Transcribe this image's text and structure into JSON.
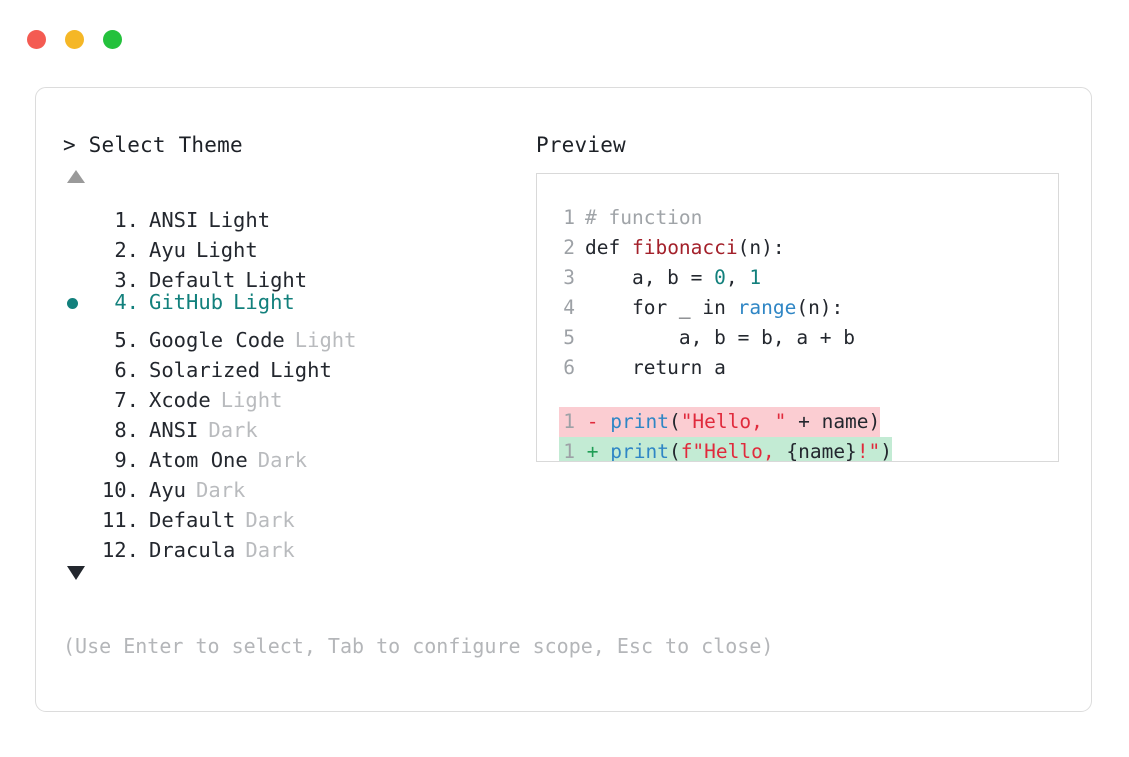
{
  "window": {
    "dots": [
      {
        "name": "close",
        "color": "#f45b52"
      },
      {
        "name": "minimize",
        "color": "#f5b726"
      },
      {
        "name": "maximize",
        "color": "#24c13c"
      }
    ]
  },
  "prompt": {
    "title": "> Select Theme",
    "scroll_up_icon": "triangle-up-icon",
    "scroll_down_icon": "triangle-down-icon",
    "selected_index": 4,
    "accent_color": "#12807c",
    "muted_color": "#b9bbbe"
  },
  "themes": [
    {
      "index": "1.",
      "name": "ANSI",
      "variant": "Light",
      "variant_muted": false,
      "selected": false
    },
    {
      "index": "2.",
      "name": "Ayu",
      "variant": "Light",
      "variant_muted": false,
      "selected": false
    },
    {
      "index": "3.",
      "name": "Default",
      "variant": "Light",
      "variant_muted": false,
      "selected": false
    },
    {
      "index": "4.",
      "name": "GitHub",
      "variant": "Light",
      "variant_muted": false,
      "selected": true
    },
    {
      "index": "5.",
      "name": "Google Code",
      "variant": "Light",
      "variant_muted": true,
      "selected": false
    },
    {
      "index": "6.",
      "name": "Solarized",
      "variant": "Light",
      "variant_muted": false,
      "selected": false
    },
    {
      "index": "7.",
      "name": "Xcode",
      "variant": "Light",
      "variant_muted": true,
      "selected": false
    },
    {
      "index": "8.",
      "name": "ANSI",
      "variant": "Dark",
      "variant_muted": true,
      "selected": false
    },
    {
      "index": "9.",
      "name": "Atom One",
      "variant": "Dark",
      "variant_muted": true,
      "selected": false
    },
    {
      "index": "10.",
      "name": "Ayu",
      "variant": "Dark",
      "variant_muted": true,
      "selected": false
    },
    {
      "index": "11.",
      "name": "Default",
      "variant": "Dark",
      "variant_muted": true,
      "selected": false
    },
    {
      "index": "12.",
      "name": "Dracula",
      "variant": "Dark",
      "variant_muted": true,
      "selected": false
    }
  ],
  "hint": "(Use Enter to select, Tab to configure scope, Esc to close)",
  "preview": {
    "title": "Preview",
    "code_lines": [
      {
        "lineno": "1",
        "segments": [
          {
            "text": "# function",
            "token": "comment"
          }
        ]
      },
      {
        "lineno": "2",
        "segments": [
          {
            "text": "def ",
            "token": "plain"
          },
          {
            "text": "fibonacci",
            "token": "fn"
          },
          {
            "text": "(n):",
            "token": "plain"
          }
        ]
      },
      {
        "lineno": "3",
        "segments": [
          {
            "text": "    a, b = ",
            "token": "plain"
          },
          {
            "text": "0",
            "token": "num"
          },
          {
            "text": ", ",
            "token": "plain"
          },
          {
            "text": "1",
            "token": "num"
          }
        ]
      },
      {
        "lineno": "4",
        "segments": [
          {
            "text": "    for _ in ",
            "token": "plain"
          },
          {
            "text": "range",
            "token": "builtin"
          },
          {
            "text": "(n):",
            "token": "plain"
          }
        ]
      },
      {
        "lineno": "5",
        "segments": [
          {
            "text": "        a, b = b, a + b",
            "token": "plain"
          }
        ]
      },
      {
        "lineno": "6",
        "segments": [
          {
            "text": "    return a",
            "token": "plain"
          }
        ]
      }
    ],
    "diff_lines": [
      {
        "kind": "removed",
        "lineno": "1",
        "sign": "-",
        "background": "#fbcdd2",
        "segments": [
          {
            "text": "print",
            "token": "builtin"
          },
          {
            "text": "(",
            "token": "plain"
          },
          {
            "text": "\"Hello, \"",
            "token": "str"
          },
          {
            "text": " + name)",
            "token": "plain"
          }
        ]
      },
      {
        "kind": "added",
        "lineno": "1",
        "sign": "+",
        "background": "#c3ebd4",
        "segments": [
          {
            "text": "print",
            "token": "builtin"
          },
          {
            "text": "(",
            "token": "plain"
          },
          {
            "text": "f\"Hello, ",
            "token": "str"
          },
          {
            "text": "{name}",
            "token": "plain"
          },
          {
            "text": "!\"",
            "token": "str"
          },
          {
            "text": ")",
            "token": "plain"
          }
        ]
      }
    ]
  }
}
